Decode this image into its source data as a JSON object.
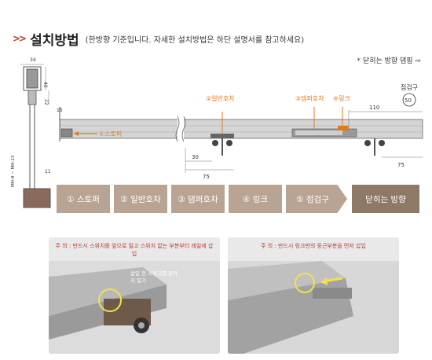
{
  "header": {
    "mark": ">>",
    "title": "설치방법",
    "subtitle": "(한방향 기준입니다. 자세한 설치방법은 하단 설명서를 참고하세요)"
  },
  "direction_note": "* 닫히는 방향 댐핑 ⇨",
  "drawing": {
    "labels": {
      "stopper": "①스토퍼",
      "hanger": "②일반호차",
      "damper": "③댐퍼호차",
      "link": "④링크",
      "inspection": "점검구"
    },
    "dims": {
      "d34": "34",
      "d40": "40",
      "d22": "22",
      "d15": "15",
      "d11": "11",
      "d110": "110",
      "d50": "50",
      "d30": "30",
      "d75a": "75",
      "d75b": "75",
      "height_note": "MH-8 ~ MH-13"
    }
  },
  "steps": [
    {
      "label": "① 스토퍼"
    },
    {
      "label": "② 일반호차"
    },
    {
      "label": "③ 댐퍼호차"
    },
    {
      "label": "④ 링크"
    },
    {
      "label": "⑤ 점검구"
    },
    {
      "label": "닫히는 방향"
    }
  ],
  "photos": [
    {
      "note": "주 의 : 반드시 스위치를 앞으로 밀고 스위치 없는 부분부터 레일에 삽입",
      "callout": "삽입 전 스위치를 끝까지 밀기"
    },
    {
      "note": "주 의 : 반드시 링크판의 둥근부분을 먼저 삽입"
    }
  ],
  "colors": {
    "accent_red": "#c0392b",
    "step_bg": "#b9a493",
    "step_final": "#8e7866",
    "label_orange": "#e07a1f"
  }
}
